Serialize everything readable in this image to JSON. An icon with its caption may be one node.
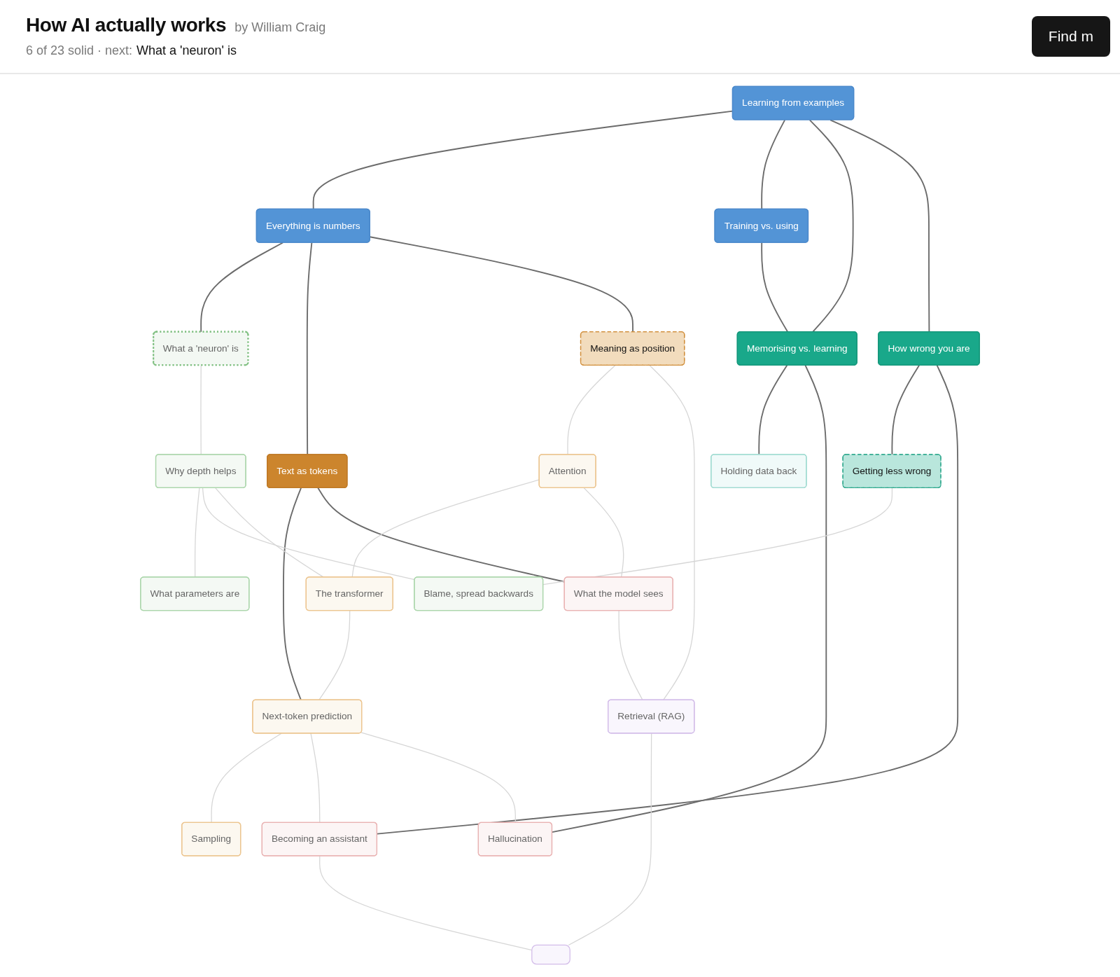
{
  "diagram": {
    "title": "How AI actually works",
    "nodes": [
      {
        "text": [
          "Learning from examples"
        ]
      },
      {
        "text": [
          "Everything is numbers"
        ]
      },
      {
        "text": [
          "Training vs. using"
        ]
      },
      {
        "text": [
          "How wrong you are"
        ]
      },
      {
        "text": [
          "What a 'neuron' is"
        ]
      },
      {
        "text": [
          "Text as tokens"
        ]
      },
      {
        "text": [
          "Memorising vs. learning"
        ]
      },
      {
        "text": [
          "Getting less wrong"
        ]
      },
      {
        "text": [
          "Why depth helps"
        ]
      },
      {
        "text": [
          "Meaning as position"
        ]
      },
      {
        "text": [
          "Holding data back"
        ]
      },
      {
        "text": [
          "What parameters are"
        ]
      },
      {
        "text": [
          "Blame, spread backwards"
        ]
      },
      {
        "text": [
          "Attention"
        ]
      },
      {
        "text": [
          "The transformer"
        ]
      },
      {
        "text": [
          "What the model sees"
        ]
      },
      {
        "text": [
          "Next-token prediction"
        ]
      },
      {
        "text": [
          "Retrieval (RAG)"
        ]
      },
      {
        "text": [
          "Sampling"
        ]
      },
      {
        "text": [
          "Becoming an assistant"
        ]
      },
      {
        "text": [
          "Hallucination"
        ]
      },
      {
        "text": [],
        "shape": "box"
      }
    ],
    "edges": [
      {
        "from": 0,
        "to": 1,
        "arrow": "none",
        "color": "#6b6b6b"
      },
      {
        "from": 0,
        "to": 2,
        "arrow": "none",
        "color": "#6b6b6b"
      },
      {
        "from": 0,
        "to": 6,
        "arrow": "none",
        "color": "#6b6b6b"
      },
      {
        "from": 0,
        "to": 3,
        "arrow": "none",
        "color": "#6b6b6b"
      },
      {
        "from": 1,
        "to": 4,
        "arrow": "none",
        "color": "#6b6b6b"
      },
      {
        "from": 1,
        "to": 5,
        "arrow": "none",
        "color": "#6b6b6b"
      },
      {
        "from": 1,
        "to": 9,
        "arrow": "none",
        "color": "#6b6b6b"
      },
      {
        "from": 2,
        "to": 6,
        "arrow": "none",
        "color": "#6b6b6b"
      },
      {
        "from": 3,
        "to": 7,
        "arrow": "none",
        "color": "#6b6b6b"
      },
      {
        "from": 3,
        "to": 19,
        "arrow": "none",
        "color": "#6b6b6b"
      },
      {
        "from": 5,
        "to": 16,
        "arrow": "none",
        "color": "#6b6b6b"
      },
      {
        "from": 5,
        "to": 15,
        "arrow": "none",
        "color": "#6b6b6b"
      },
      {
        "from": 6,
        "to": 10,
        "arrow": "none",
        "color": "#6b6b6b"
      },
      {
        "from": 6,
        "to": 20,
        "arrow": "none",
        "color": "#6b6b6b"
      },
      {
        "from": 4,
        "to": 8,
        "arrow": "none"
      },
      {
        "from": 7,
        "to": 12,
        "arrow": "none"
      },
      {
        "from": 8,
        "to": 11,
        "arrow": "none"
      },
      {
        "from": 8,
        "to": 12,
        "arrow": "none"
      },
      {
        "from": 8,
        "to": 14,
        "arrow": "none"
      },
      {
        "from": 9,
        "to": 13,
        "arrow": "none"
      },
      {
        "from": 9,
        "to": 17,
        "arrow": "none"
      },
      {
        "from": 13,
        "to": 14,
        "arrow": "none"
      },
      {
        "from": 13,
        "to": 15,
        "arrow": "none"
      },
      {
        "from": 14,
        "to": 16,
        "arrow": "none"
      },
      {
        "from": 15,
        "to": 17,
        "arrow": "none"
      },
      {
        "from": 16,
        "to": 18,
        "arrow": "none"
      },
      {
        "from": 16,
        "to": 19,
        "arrow": "none"
      },
      {
        "from": 16,
        "to": 20,
        "arrow": "none"
      },
      {
        "from": 19,
        "to": 21,
        "arrow": "none"
      },
      {
        "from": 17,
        "to": 21,
        "arrow": "none"
      }
    ],
    "labels": [
      "by William Craig",
      "6 of 23 solid · next:",
      "What a 'neuron' is",
      "Find m"
    ]
  }
}
